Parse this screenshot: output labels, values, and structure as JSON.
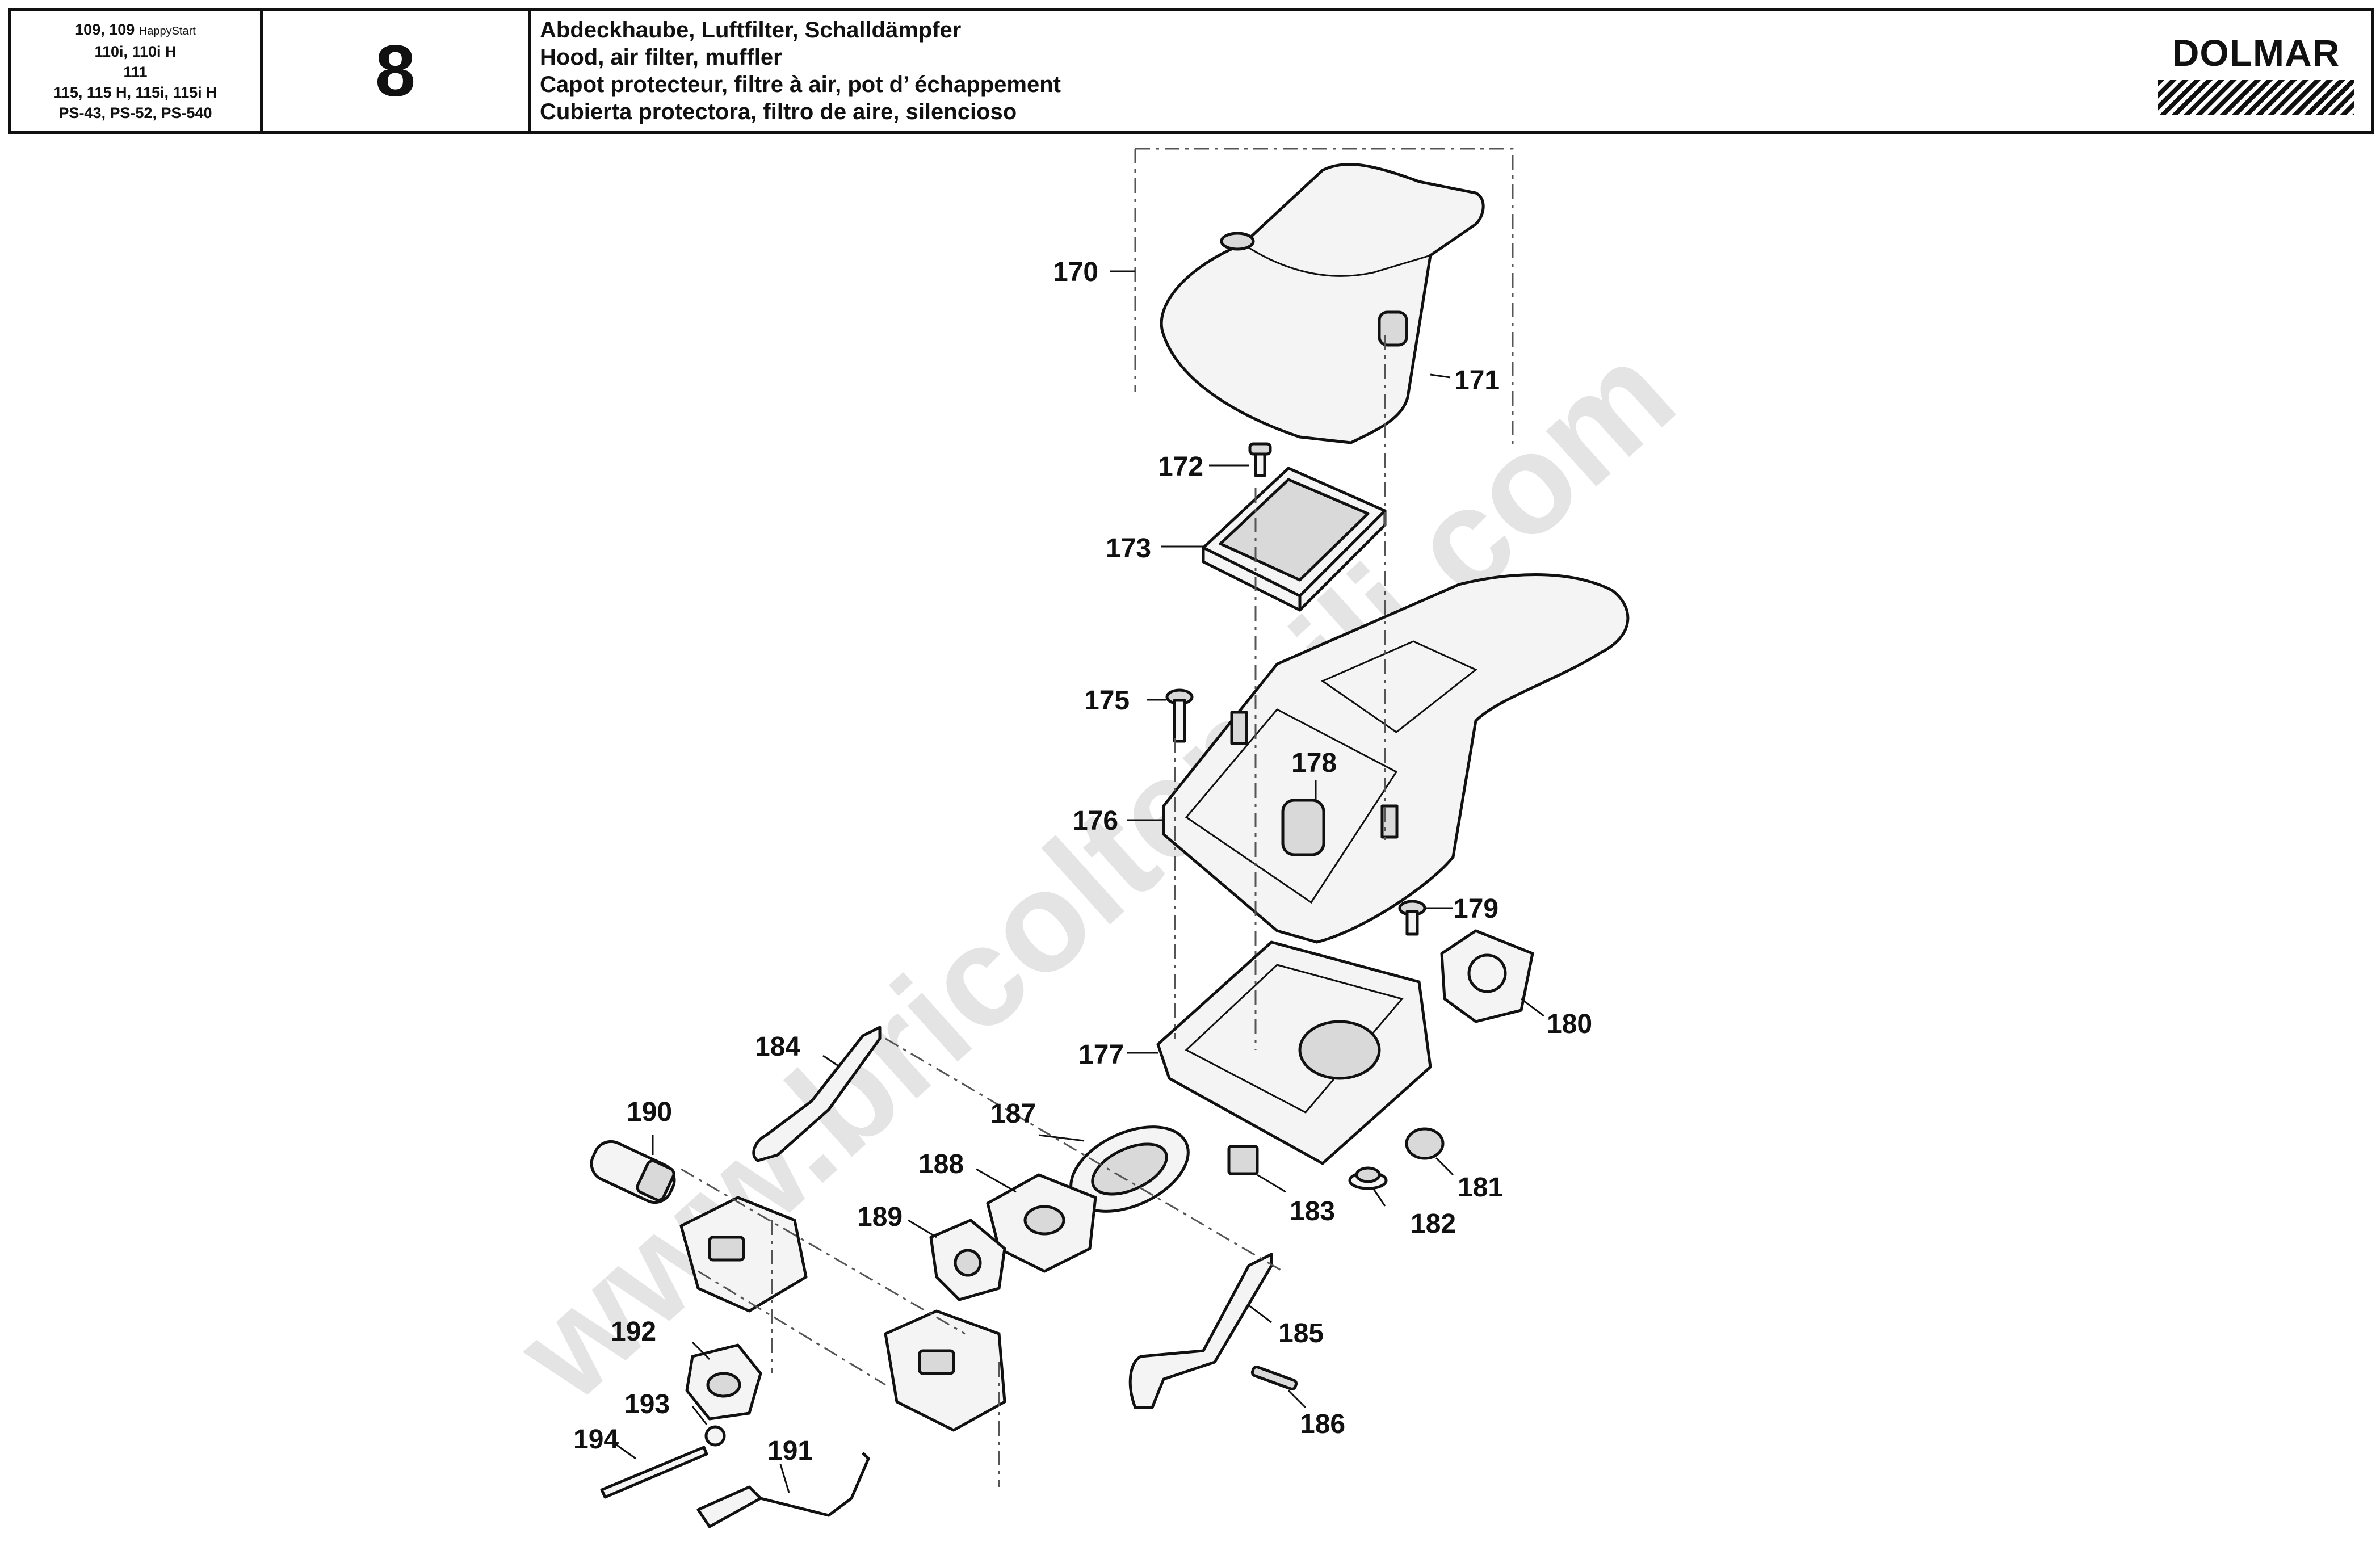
{
  "header": {
    "models_line1": "109, 109",
    "models_line1_small": "HappyStart",
    "models_line2": "110i, 110i H",
    "models_line3": "111",
    "models_line4": "115, 115 H, 115i, 115i H",
    "models_line5": "PS-43, PS-52, PS-540",
    "section_number": "8",
    "title_de": "Abdeckhaube, Luftfilter, Schalldämpfer",
    "title_en": "Hood, air filter, muffler",
    "title_fr": "Capot protecteur, filtre à air, pot d’ échappement",
    "title_es": "Cubierta protectora, filtro de aire, silencioso",
    "brand": "DOLMAR"
  },
  "watermark": "www.bricoltensili.com",
  "callouts": {
    "p170": "170",
    "p171": "171",
    "p172": "172",
    "p173": "173",
    "p175": "175",
    "p176": "176",
    "p177": "177",
    "p178": "178",
    "p179": "179",
    "p180": "180",
    "p181": "181",
    "p182": "182",
    "p183": "183",
    "p184": "184",
    "p185": "185",
    "p186": "186",
    "p187": "187",
    "p188": "188",
    "p189": "189",
    "p190": "190",
    "p191": "191",
    "p192": "192",
    "p193": "193",
    "p194": "194"
  },
  "icons": {
    "brand_mark": "hatched-stripe-logo"
  }
}
